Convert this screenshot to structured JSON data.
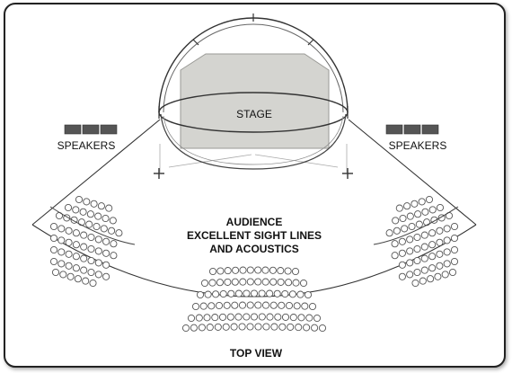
{
  "labels": {
    "stage": "STAGE",
    "speakers_left": "SPEAKERS",
    "speakers_right": "SPEAKERS",
    "audience_line1": "AUDIENCE",
    "audience_line2": "EXCELLENT SIGHT LINES",
    "audience_line3": "AND ACOUSTICS",
    "view": "TOP VIEW"
  },
  "colors": {
    "frame": "#222222",
    "stage_fill": "#d4d4d0",
    "speaker_fill": "#555555",
    "line": "#333333",
    "seat_stroke": "#555555"
  },
  "icons": {
    "marker": "plus-marker-icon",
    "seat": "seat-circle-icon",
    "speaker": "speaker-box-icon"
  }
}
